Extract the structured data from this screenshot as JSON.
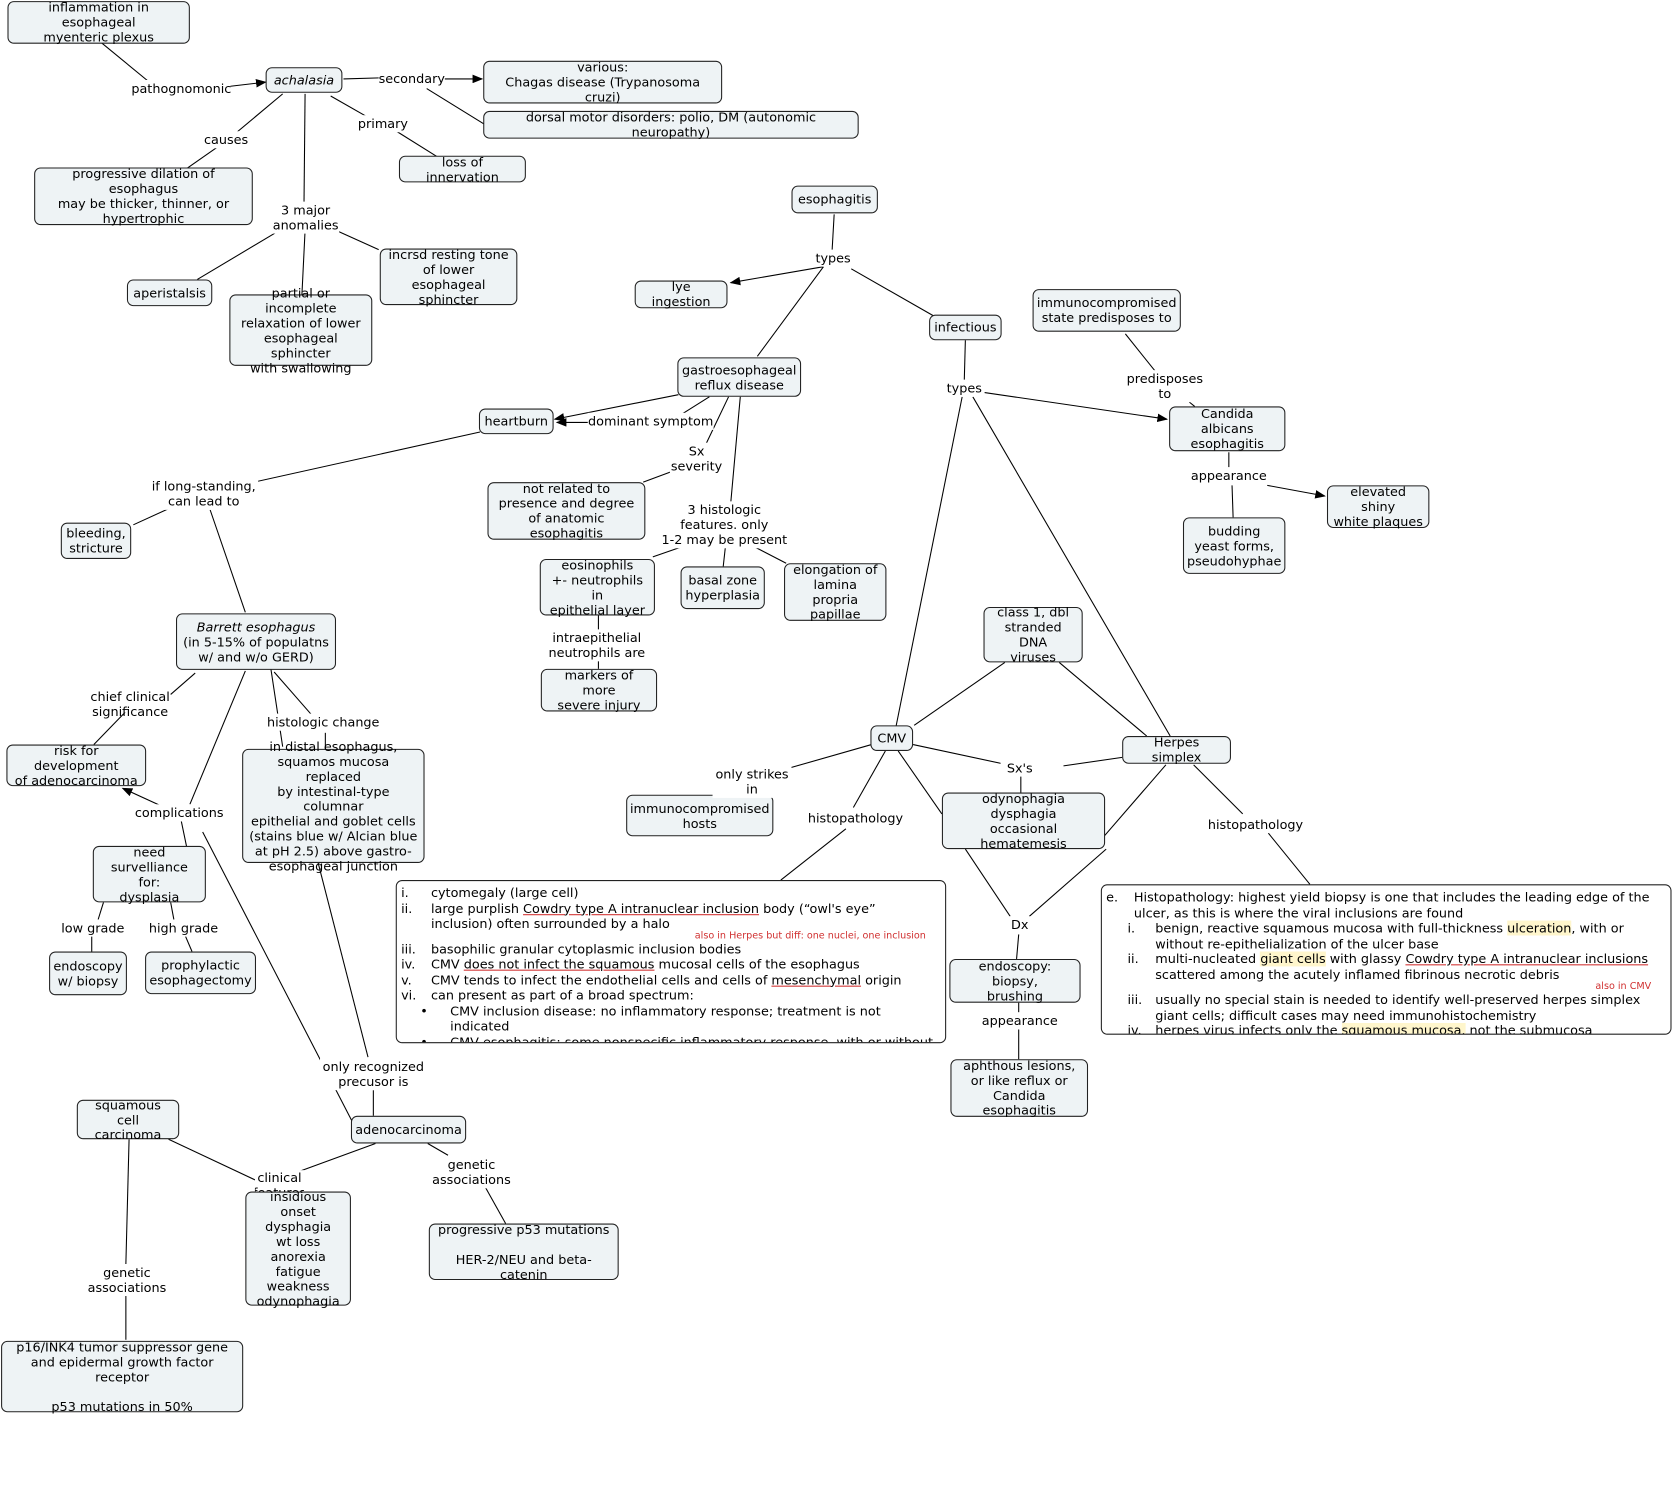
{
  "nodes": {
    "myenteric": "inflammation in esophageal\nmyenteric plexus",
    "achalasia": "achalasia",
    "chagas": "various:\nChagas disease (Trypanosoma cruzi)",
    "dorsal": "dorsal motor disorders:  polio, DM (autonomic neuropathy)",
    "loss_innervation": "loss of innervation",
    "progressive_dilation": "progressive dilation of esophagus\nmay be thicker, thinner, or\nhypertrophic",
    "aperistalsis": "aperistalsis",
    "partial_relaxation": "partial or incomplete\nrelaxation of lower\nesophageal sphincter\nwith swallowing",
    "incrsd_tone": "incrsd resting tone\nof lower esophageal\nsphincter",
    "esophagitis": "esophagitis",
    "lye": "lye ingestion",
    "infectious": "infectious",
    "immunocompromised_state": "immunocompromised\nstate predisposes to",
    "gerd": "gastroesophageal\nreflux disease",
    "heartburn": "heartburn",
    "candida": "Candida albicans\nesophagitis",
    "not_related": "not related to\npresence and degree\nof anatomic esophagitis",
    "elevated": "elevated shiny\nwhite plaques",
    "budding": "budding\nyeast forms,\npseudohyphae",
    "bleeding": "bleeding,\nstricture",
    "eosinophils": "eosinophils\n+- neutrophils in\nepithelial layer",
    "basal": "basal zone\nhyperplasia",
    "lamina": "elongation of\nlamina propria\npapillae",
    "class1": "class 1, dbl\nstranded DNA\nviruses",
    "barrett": "(in 5-15% of populatns\nw/ and w/o GERD)",
    "barrett_title": "Barrett esophagus",
    "markers": "markers of more\nsevere injury",
    "cmv": "CMV",
    "herpes": "Herpes simplex",
    "risk": "risk for development\nof adenocarcinoma",
    "distal": "in distal esophagus,\nsquamos mucosa replaced\nby intestinal-type columnar\nepithelial and goblet cells\n(stains blue w/ Alcian blue\nat pH 2.5) above gastro-\nesophageal junction",
    "immuno_hosts": "immunocompromised\nhosts",
    "odynophagia": "odynophagia\ndysphagia\noccasional hematemesis",
    "survelliance": "need\nsurvelliance for:\ndysplasia",
    "endoscopy_biopsy": "endoscopy\nw/ biopsy",
    "prophylactic": "prophylactic\nesophagectomy",
    "endo_brush": "endoscopy: biopsy,\nbrushing",
    "aphthous": "aphthous lesions,\nor like reflux or\nCandida esophagitis",
    "squamous_cc": "squamous\ncell carcinoma",
    "adenocarcinoma": "adenocarcinoma",
    "insidious": "insidious onset\ndysphagia\nwt loss\nanorexia\nfatigue\nweakness\nodynophagia",
    "p53_prog": "progressive p53 mutations\n\nHER-2/NEU and beta-catenin",
    "p16": "p16/INK4 tumor suppressor gene\nand epidermal growth factor receptor\n\np53 mutations in 50%"
  },
  "labels": {
    "pathognomonic": "pathognomonic",
    "secondary": "secondary",
    "primary": "primary",
    "causes": "causes",
    "major3": "3 major\nanomalies",
    "types1": "types",
    "types2": "types",
    "predisposes": "predisposes\nto",
    "dominant": "dominant symptom",
    "sx_severity": "Sx\nseverity",
    "histologic3": "3 histologic\nfeatures. only\n1-2 may be present",
    "appearance1": "appearance",
    "if_long": "if long-standing,\ncan lead to",
    "intraepithelial": "intraepithelial\nneutrophils are",
    "chief": "chief clinical significance",
    "histologic_change": "histologic change",
    "only_strikes": "only strikes\nin",
    "sxs": "Sx's",
    "histopath_cmv": "histopathology",
    "histopath_hsv": "histopathology",
    "complications": "complications",
    "low_grade": "low grade",
    "high_grade": "high grade",
    "dx": "Dx",
    "appearance2": "appearance",
    "only_recognized": "only recognized\nprecusor is",
    "clinical_features": "clinical\nfeatures",
    "genetic1": "genetic\nassociations",
    "genetic2": "genetic\nassociations"
  },
  "cmv_notes": {
    "partial_top": "cytomegaly (large cell)",
    "items": [
      {
        "num": "i.",
        "text": "cytomegaly (large cell)"
      },
      {
        "num": "ii.",
        "pre": "large purplish ",
        "u": "Cowdry type A intranuclear inclusion",
        "post": " body (“owl's eye” inclusion) often surrounded by a halo",
        "sub": "also in Herpes  but diff:  one nuclei, one inclusion"
      },
      {
        "num": "iii.",
        "text": "basophilic granular cytoplasmic inclusion bodies"
      },
      {
        "num": "iv.",
        "pre": "CMV ",
        "u": "does not infect the squamous",
        "post": " mucosal cells of the esophagus"
      },
      {
        "num": "v.",
        "pre": "CMV tends to infect the endothelial cells and cells of ",
        "u": "mesenchymal",
        "post": " origin"
      },
      {
        "num": "vi.",
        "text": "can present as part of a broad spectrum:"
      },
      {
        "num": "•",
        "text": "CMV inclusion disease: no inflammatory response; treatment is not indicated"
      },
      {
        "num": "•",
        "text": "CMV esophagitis: some nonspecific inflammatory response, with or without ulceration; may benefit from treatment"
      }
    ]
  },
  "hsv_notes": {
    "items": [
      {
        "num": "e.",
        "text": "Histopathology: highest yield biopsy is one that includes the leading edge of the ulcer, as this is where the viral inclusions are found"
      },
      {
        "num": "i.",
        "pre": "benign, reactive squamous mucosa with full-thickness ",
        "hl": "ulceration",
        "post": ", with or without re-epithelialization of the ulcer base"
      },
      {
        "num": "ii.",
        "pre": "multi-nucleated ",
        "hl": "giant cells",
        "mid": " with glassy ",
        "u": "Cowdry type A intranuclear inclusions",
        "post": " scattered among the acutely inflamed fibrinous necrotic debris",
        "sub": "also in CMV"
      },
      {
        "num": "iii.",
        "text": "usually no special stain is needed to identify well-preserved herpes simplex giant cells; difficult cases may need immunohistochemistry"
      },
      {
        "num": "iv.",
        "pre": "herpes virus infects only the ",
        "hl": "squamous mucosa,",
        "post": " not the submucosa"
      }
    ]
  }
}
